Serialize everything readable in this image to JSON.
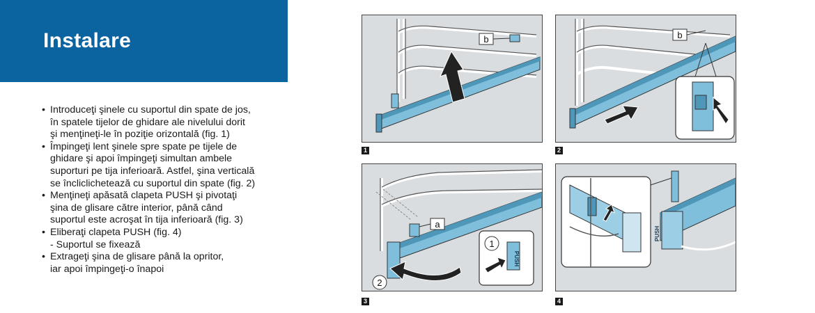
{
  "header": {
    "title": "Instalare"
  },
  "steps": [
    {
      "lines": [
        "Introduceţi şinele cu suportul din spate de jos,",
        "în spatele tijelor de ghidare ale nivelului dorit",
        "şi menţineţi-le în poziţie orizontală (fig. 1)"
      ]
    },
    {
      "lines": [
        "Împingeţi lent şinele spre spate pe tijele de",
        "ghidare şi apoi împingeţi simultan ambele",
        "suporturi pe tija inferioară. Astfel, şina verticală",
        "se încliclichetează cu suportul din spate (fig. 2)"
      ]
    },
    {
      "lines": [
        "Menţineţi apăsată clapeta PUSH şi pivotaţi",
        "şina de glisare către interior, până când",
        "suportul este acroşat în tija inferioară (fig. 3)"
      ]
    },
    {
      "lines": [
        "Eliberaţi clapeta PUSH (fig. 4)"
      ],
      "sub": "- Suportul se fixează"
    },
    {
      "lines": [
        "Extrageţi şina de glisare până la opritor,",
        "iar apoi împingeţi-o înapoi"
      ]
    }
  ],
  "figures": {
    "fig1": {
      "number": "1",
      "callout": "b"
    },
    "fig2": {
      "number": "2",
      "callout": "b"
    },
    "fig3": {
      "number": "3",
      "callout_a": "a",
      "circle1": "1",
      "circle2": "2",
      "push": "PUSH"
    },
    "fig4": {
      "number": "4",
      "push": "PUSH"
    }
  },
  "colors": {
    "brand_blue": "#0b63a0",
    "rail_blue": "#7fbfdc",
    "rail_dark": "#4f97b8",
    "figure_bg": "#d9dde0"
  }
}
